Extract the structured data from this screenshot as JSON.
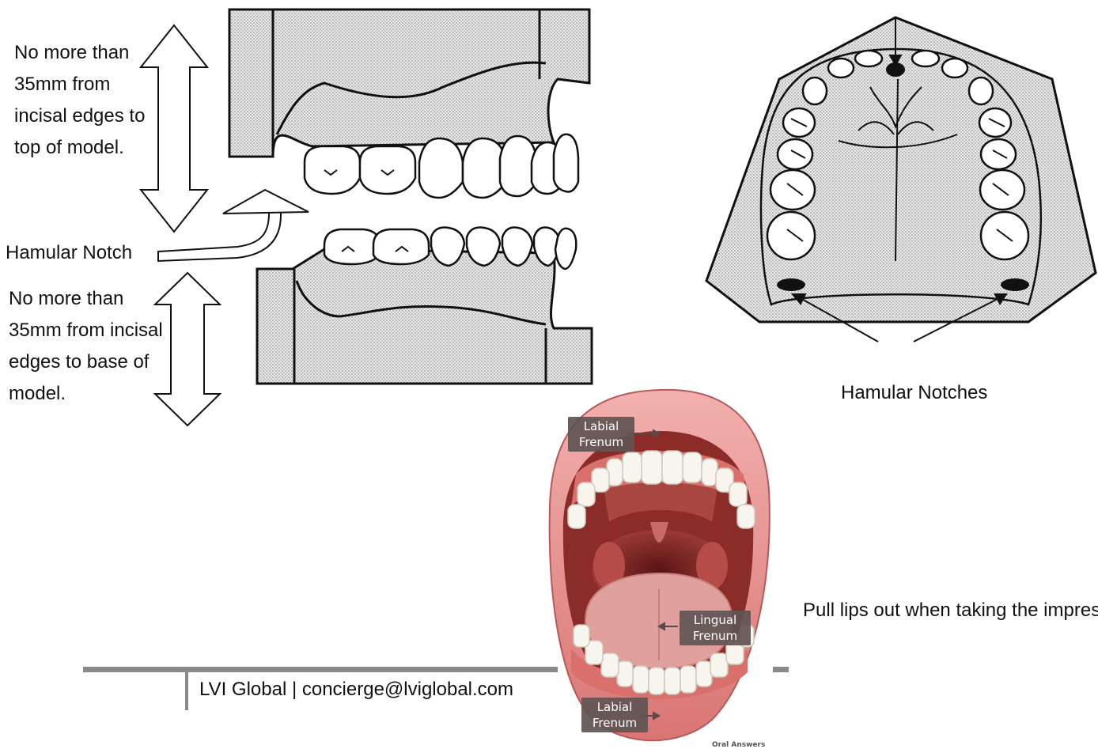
{
  "labels": {
    "top_text": "No more than 35mm from incisal edges to top of model.",
    "hamular_notch": "Hamular Notch",
    "bottom_text": "No more than 35mm from incisal edges to base of model.",
    "hamular_notches": "Hamular Notches",
    "pull_lips": "Pull lips out when taking the impression to highlight the fren"
  },
  "frenum_labels": {
    "labial_top": "Labial Frenum",
    "lingual": "Lingual Frenum",
    "labial_bottom": "Labial Frenum"
  },
  "footer": {
    "text": "LVI Global | concierge@lviglobal.com"
  },
  "watermark": "Oral Answers",
  "colors": {
    "stipple_fill": "#d6d6d6",
    "outline": "#111111",
    "footer_rule": "#8a8a8a",
    "gum": "#c65a5a",
    "lips": "#e08b8b",
    "tongue": "#d98a8a"
  }
}
